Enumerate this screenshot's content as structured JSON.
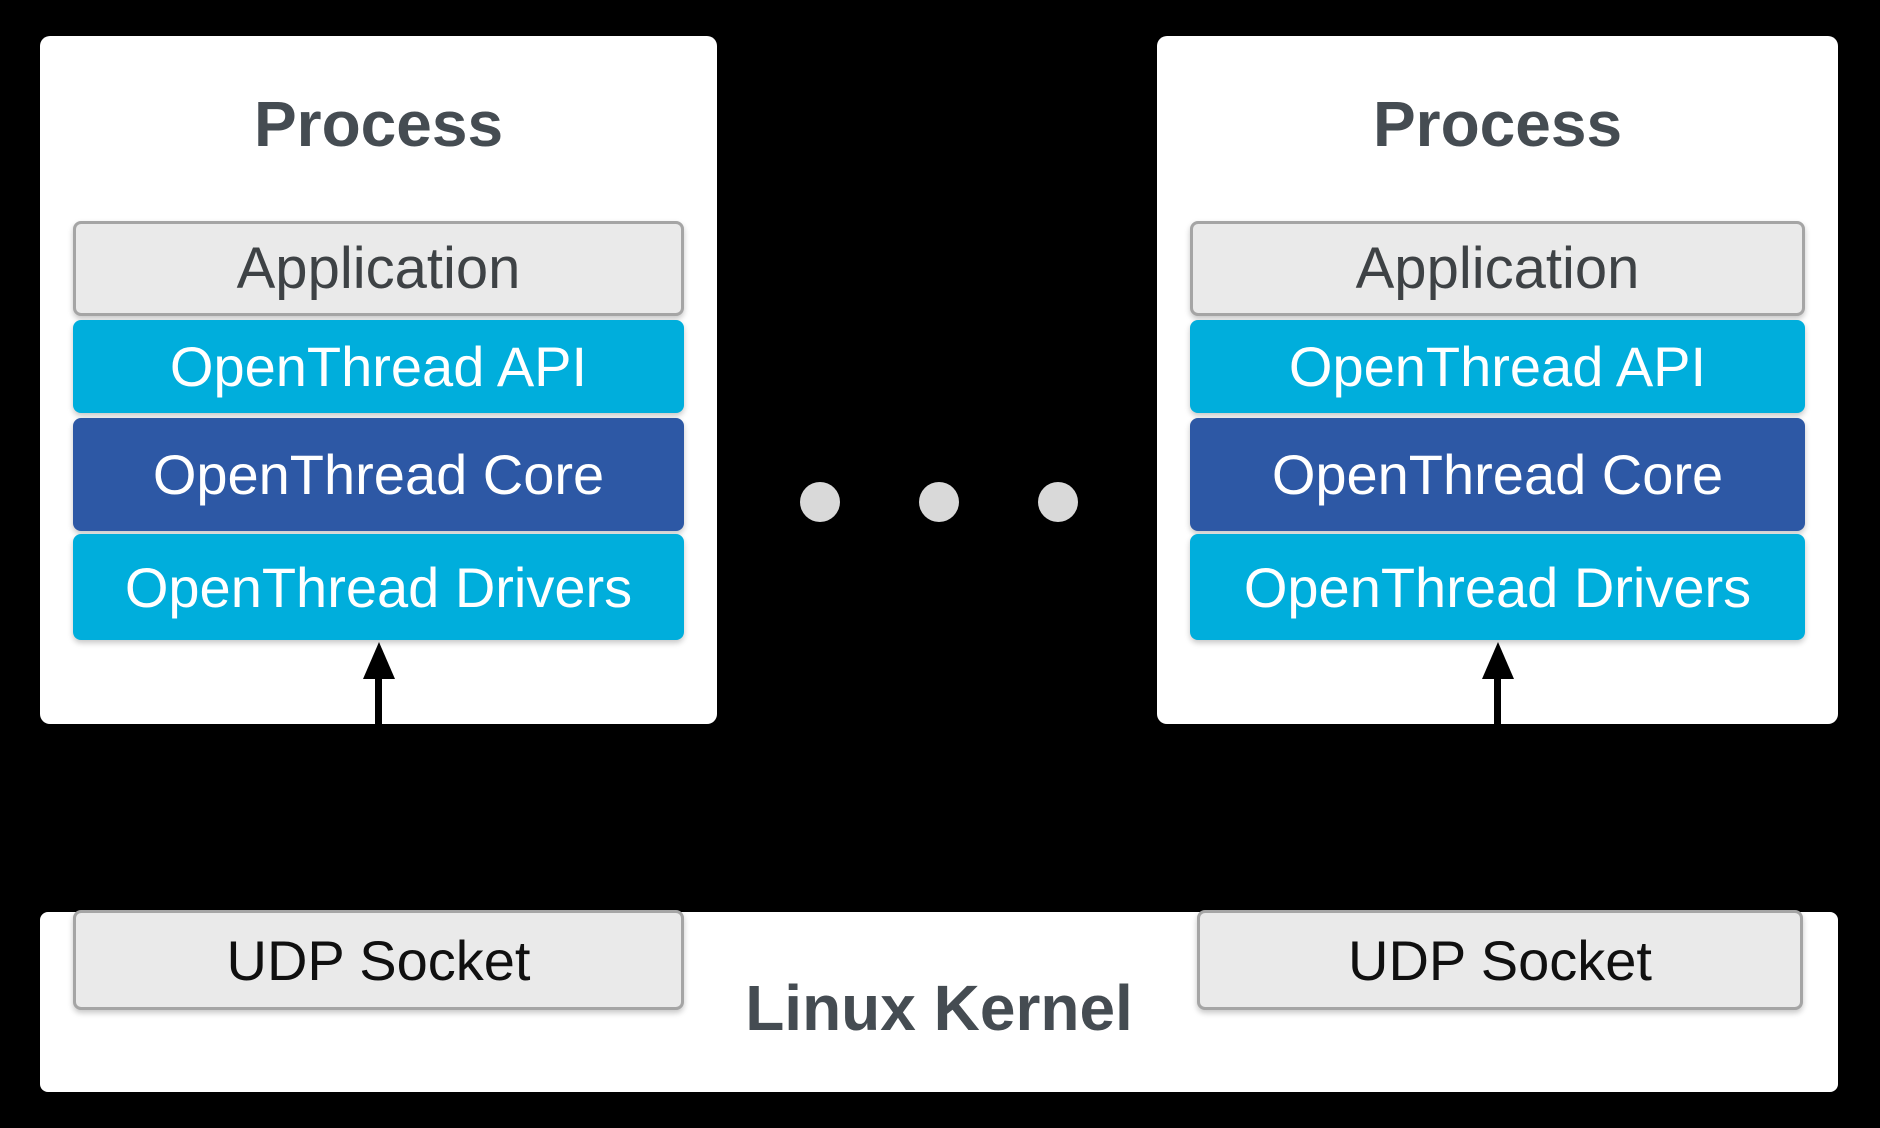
{
  "palette": {
    "background": "#000000",
    "panel": "#FFFFFF",
    "cyan_layer": "#00AEDC",
    "dark_blue_layer": "#2D58A5",
    "light_gray_fill": "#EAEAEA",
    "gray_border": "#A5A5A5",
    "ellipsis_dot": "#D9D9D9",
    "heading_text": "#454C52",
    "application_text": "#3E4245",
    "arrow": "#000000"
  },
  "processes": [
    {
      "title": "Process",
      "layers": {
        "application": "Application",
        "api": "OpenThread API",
        "core": "OpenThread Core",
        "drivers": "OpenThread Drivers"
      }
    },
    {
      "title": "Process",
      "layers": {
        "application": "Application",
        "api": "OpenThread API",
        "core": "OpenThread Core",
        "drivers": "OpenThread Drivers"
      }
    }
  ],
  "ellipsis": {
    "dot_count": 3
  },
  "kernel": {
    "title": "Linux Kernel",
    "left_socket": "UDP Socket",
    "right_socket": "UDP Socket"
  }
}
